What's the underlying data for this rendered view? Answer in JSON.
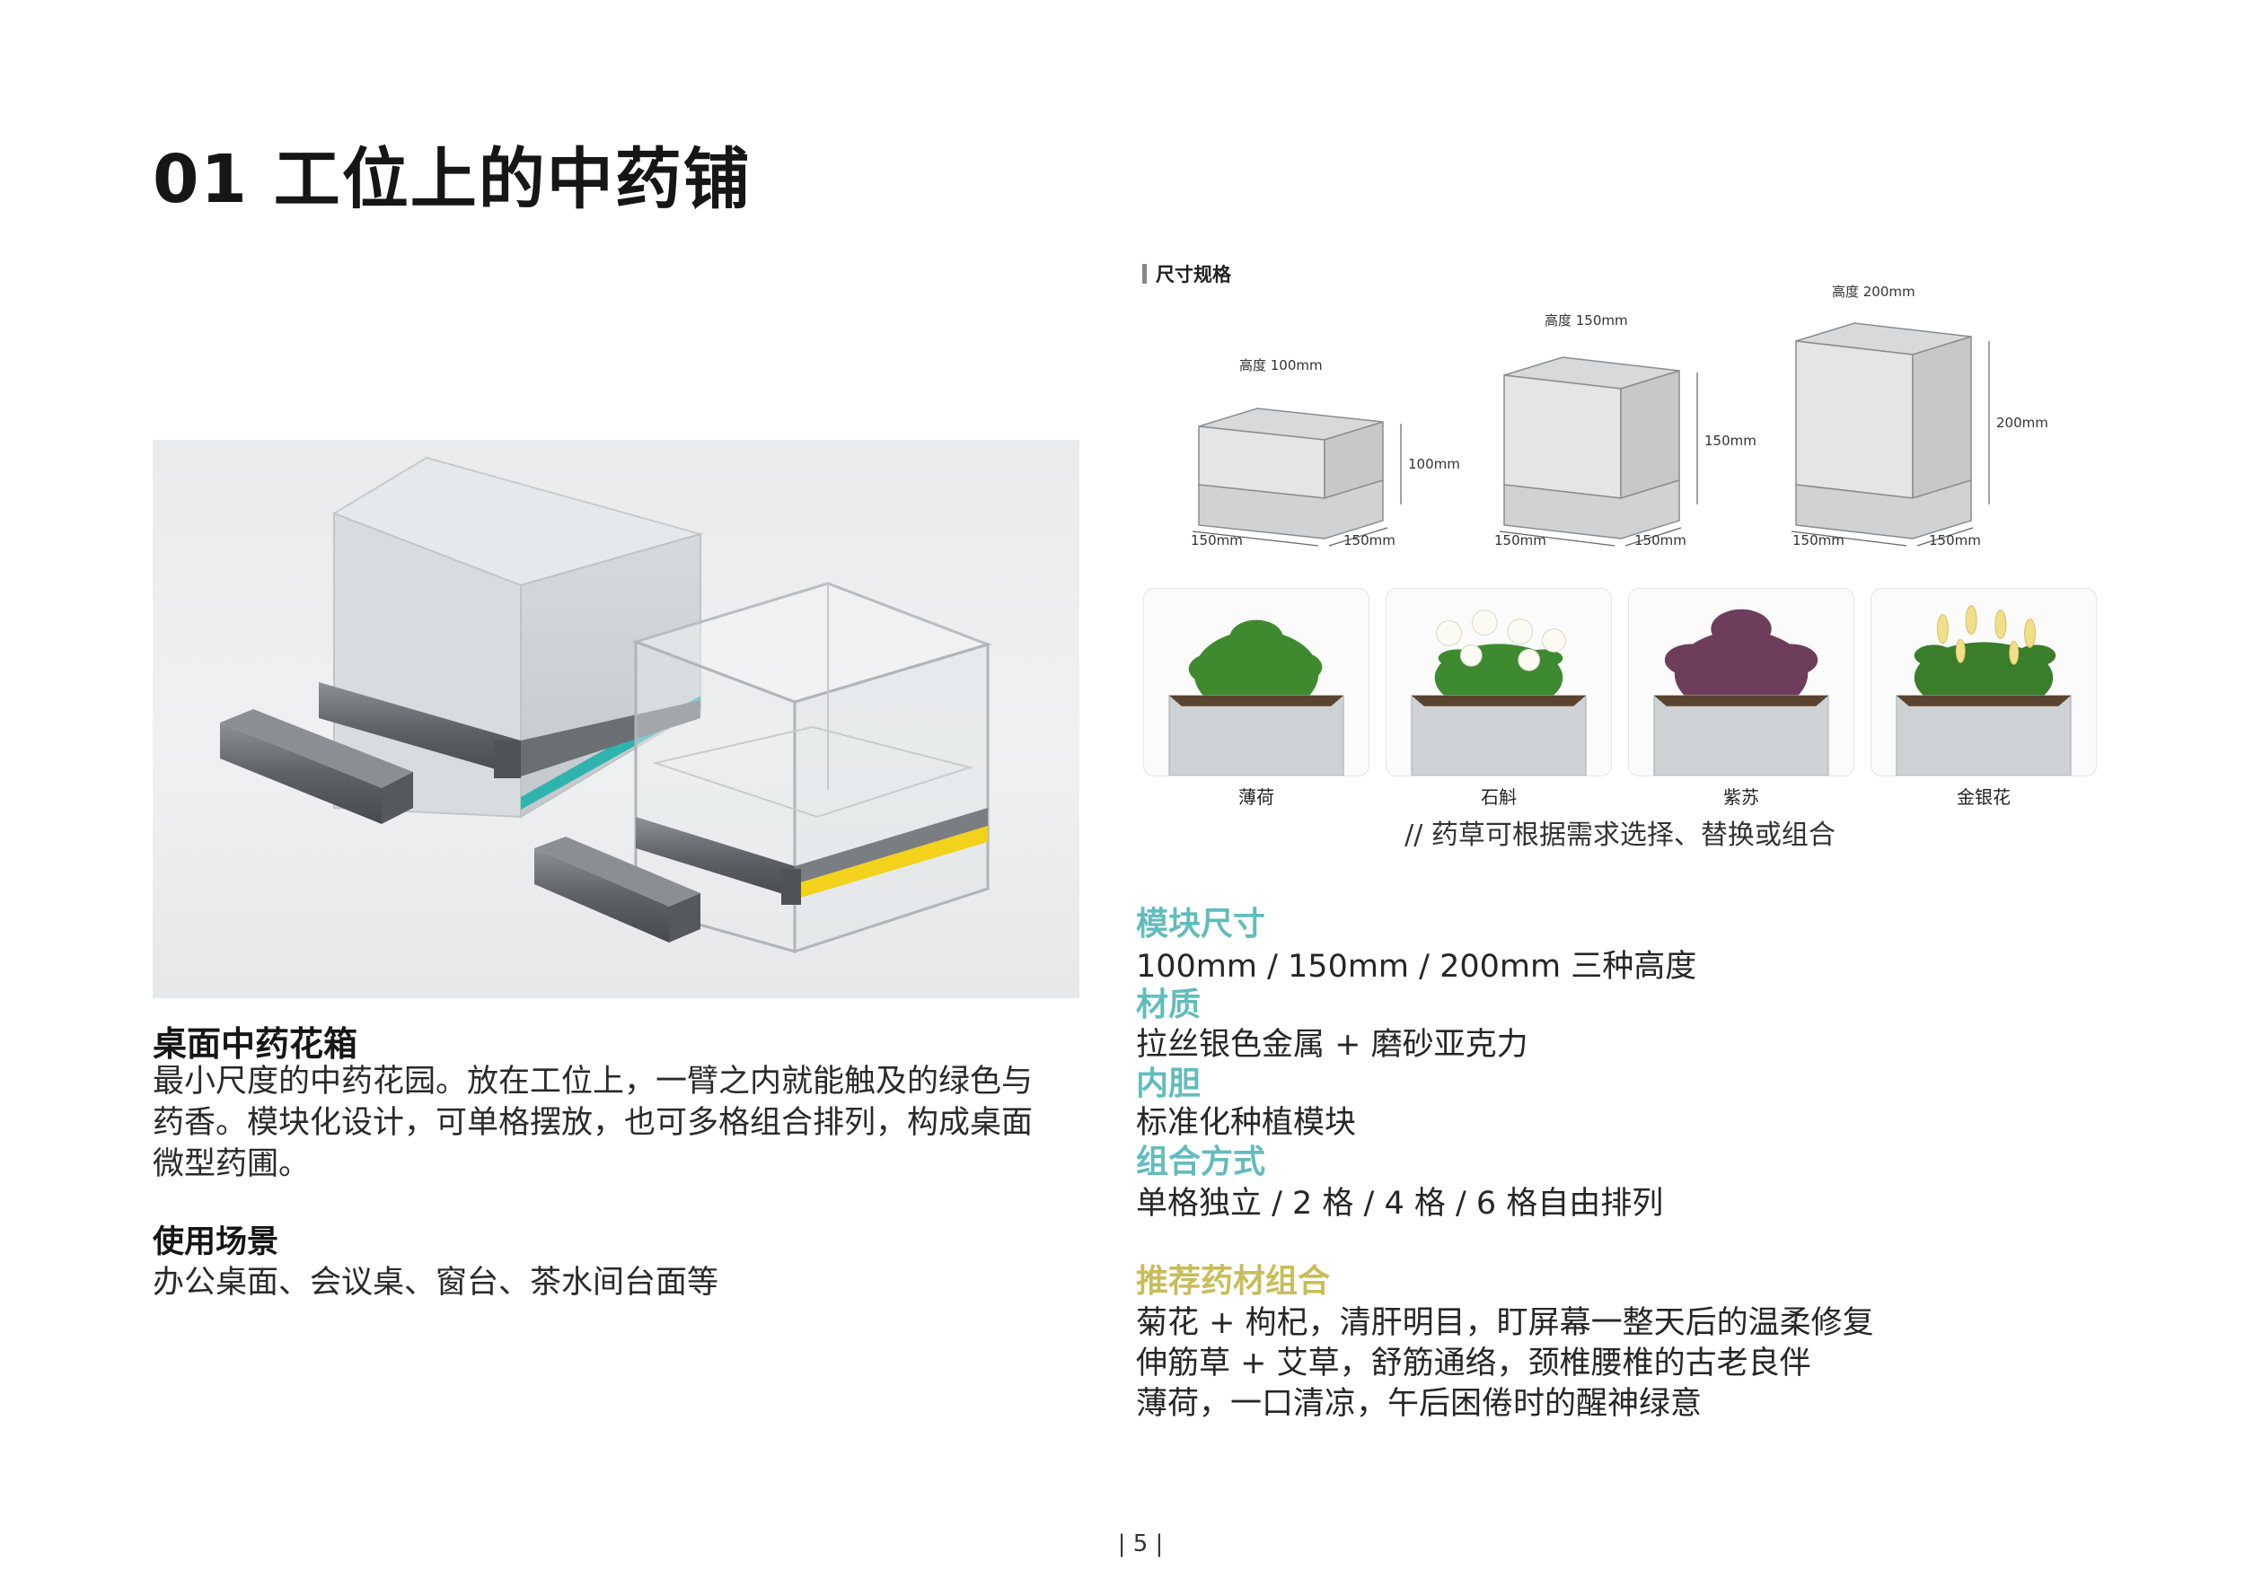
{
  "page": {
    "title": "01 工位上的中药铺",
    "page_number": "| 5 |"
  },
  "left": {
    "product_title": "桌面中药花箱",
    "product_desc_lines": [
      "最小尺度的中药花园。放在工位上，一臂之内就能触及的绿色与",
      "药香。模块化设计，可单格摆放，也可多格组合排列，构成桌面",
      "微型药圃。"
    ],
    "scene_title": "使用场景",
    "scene_text": "办公桌面、会议桌、窗台、茶水间台面等"
  },
  "spec": {
    "label": "尺寸规格",
    "boxes": [
      {
        "height_label": "高度 100mm",
        "side_label": "100mm",
        "w_label": "150mm",
        "d_label": "150mm"
      },
      {
        "height_label": "高度 150mm",
        "side_label": "150mm",
        "w_label": "150mm",
        "d_label": "150mm"
      },
      {
        "height_label": "高度 200mm",
        "side_label": "200mm",
        "w_label": "150mm",
        "d_label": "150mm"
      }
    ]
  },
  "plants": {
    "items": [
      {
        "name": "薄荷",
        "leaf_color": "#3f8a2e",
        "flower_color": ""
      },
      {
        "name": "石斛",
        "leaf_color": "#3e8a30",
        "flower_color": "#fbfbf4"
      },
      {
        "name": "紫苏",
        "leaf_color": "#6e3d5c",
        "flower_color": ""
      },
      {
        "name": "金银花",
        "leaf_color": "#3a7d2a",
        "flower_color": "#f1df8a"
      }
    ],
    "note": "// 药草可根据需求选择、替换或组合"
  },
  "attributes": [
    {
      "label": "模块尺寸",
      "value": "100mm / 150mm / 200mm 三种高度"
    },
    {
      "label": "材质",
      "value": "拉丝银色金属 + 磨砂亚克力"
    },
    {
      "label": "内胆",
      "value": "标准化种植模块"
    },
    {
      "label": "组合方式",
      "value": "单格独立 / 2 格 / 4 格 / 6 格自由排列"
    }
  ],
  "recommend": {
    "title": "推荐药材组合",
    "lines": [
      "菊花 + 枸杞，清肝明目，盯屏幕一整天后的温柔修复",
      "伸筋草 + 艾草，舒筋通络，颈椎腰椎的古老良伴",
      "薄荷，一口清凉，午后困倦时的醒神绿意"
    ]
  },
  "colors": {
    "attr_head": "#63bcbc",
    "rec_head": "#c8bd5a",
    "teal_strip": "#2fb3ad",
    "yellow_strip": "#f2d21b"
  }
}
